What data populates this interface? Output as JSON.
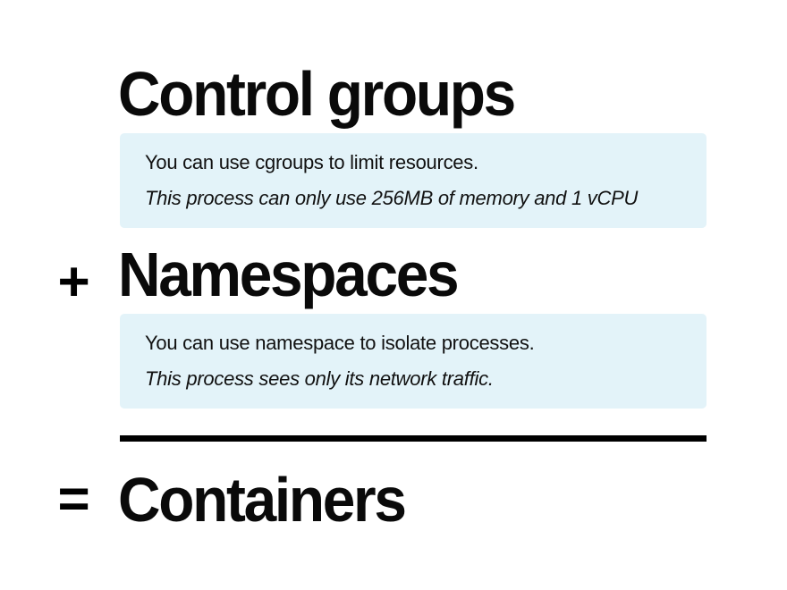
{
  "slide": {
    "background_color": "#ffffff",
    "accent_box_color": "#e3f3f9",
    "text_color": "#0a0a0a",
    "rule_color": "#000000"
  },
  "formula": {
    "plus_operator": "+",
    "equals_operator": "="
  },
  "sections": [
    {
      "heading": "Control groups",
      "note": {
        "statement": "You can use cgroups to limit resources.",
        "example": "This process can only use 256MB of memory and 1 vCPU"
      }
    },
    {
      "heading": "Namespaces",
      "note": {
        "statement": "You can use namespace to isolate processes.",
        "example": "This process sees only its network traffic."
      }
    }
  ],
  "result": {
    "heading": "Containers"
  }
}
